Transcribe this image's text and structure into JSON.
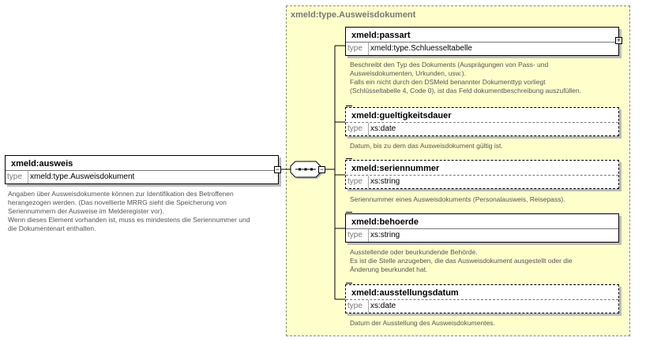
{
  "root": {
    "name": "xmeld:ausweis",
    "type_label": "type",
    "type_value": "xmeld:type.Ausweisdokument",
    "doc": "Angaben über Ausweisdokumente können zur Identifikation des Betroffenen\nherangezogen werden. (Das novellierte MRRG sieht die Speicherung von\nSeriennummern der Ausweise im Melderegister vor).\nWenn dieses Element vorhanden ist, muss es mindestens die Seriennummer und\ndie Dokumentenart enthalten."
  },
  "type_region": {
    "title": "xmeld:type.Ausweisdokument"
  },
  "children": [
    {
      "name": "xmeld:passart",
      "type_label": "type",
      "type_value": "xmeld:type.Schluesseltabelle",
      "doc": "Beschreibt den Typ des Dokuments (Ausprägungen von Pass- und\nAusweisdokumenten, Urkunden, usw.).\nFalls ein nicht durch den DSMeld benannter Dokumenttyp vorliegt\n(Schlüsseltabelle 4, Code 0), ist das Feld dokumentbeschreibung auszufüllen."
    },
    {
      "name": "xmeld:gueltigkeitsdauer",
      "type_label": "type",
      "type_value": "xs:date",
      "doc": "Datum, bis zu dem das Ausweisdokument gültig ist."
    },
    {
      "name": "xmeld:seriennummer",
      "type_label": "type",
      "type_value": "xs:string",
      "doc": "Seriennummer eines Ausweisdokuments (Personalausweis, Reisepass)."
    },
    {
      "name": "xmeld:behoerde",
      "type_label": "type",
      "type_value": "xs:string",
      "doc": "Ausstellende oder beurkundende Behörde.\nEs ist die Stelle anzugeben, die das Ausweisdokument ausgestellt oder die\nÄnderung beurkundet hat."
    },
    {
      "name": "xmeld:ausstellungsdatum",
      "type_label": "type",
      "type_value": "xs:date",
      "doc": "Datum der Ausstellung des Ausweisdokumentes."
    }
  ],
  "icons": {
    "expand": "plus-icon",
    "collapse": "minus-icon",
    "compositor": "sequence-icon",
    "element_marker": "element-marker-icon"
  }
}
